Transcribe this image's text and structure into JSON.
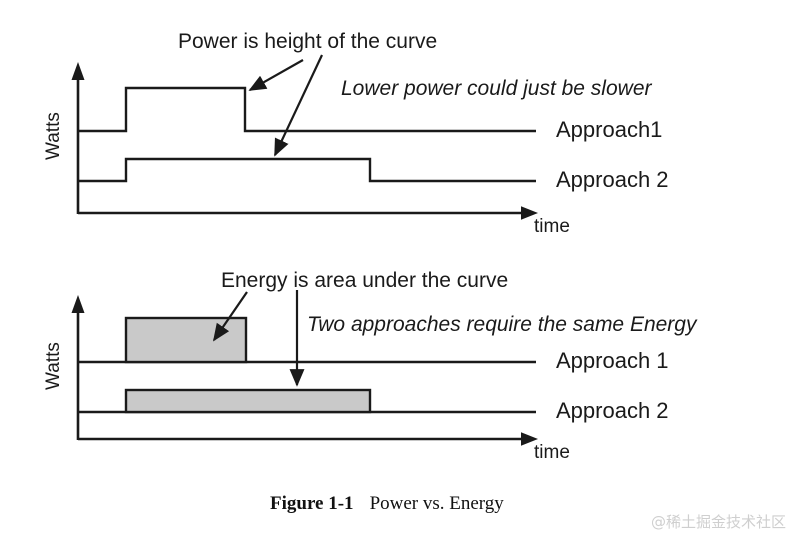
{
  "figure": {
    "caption_label": "Figure 1-1",
    "caption_title": "Power vs. Energy",
    "watermark": "@稀土掘金技术社区",
    "ink_color": "#1a1a1a",
    "bar_fill_color": "#c9c9c9",
    "background_color": "#ffffff"
  },
  "panels": [
    {
      "id": "power-panel",
      "annotation_title": "Power is height of the curve",
      "annotation_italic": "Lower power could just be slower",
      "y_axis_label": "Watts",
      "x_axis_label": "time",
      "series": [
        {
          "name": "approach-1",
          "legend": "Approach1"
        },
        {
          "name": "approach-2",
          "legend": "Approach 2"
        }
      ]
    },
    {
      "id": "energy-panel",
      "annotation_title": "Energy is area under the curve",
      "annotation_italic": "Two approaches require the same Energy",
      "y_axis_label": "Watts",
      "x_axis_label": "time",
      "series": [
        {
          "name": "approach-1",
          "legend": "Approach 1"
        },
        {
          "name": "approach-2",
          "legend": "Approach 2"
        }
      ]
    }
  ],
  "chart_data": [
    {
      "type": "line",
      "id": "power-step-chart",
      "title": "Power is height of the curve",
      "xlabel": "time",
      "ylabel": "Watts",
      "grid": false,
      "legend_position": "right",
      "annotations": [
        "Power is height of the curve",
        "Lower power could just be slower"
      ],
      "xlim": [
        0,
        10
      ],
      "ylim": [
        0,
        10
      ],
      "series": [
        {
          "name": "Approach1",
          "step": true,
          "x": [
            0,
            1.25,
            1.25,
            3.9,
            3.9,
            10
          ],
          "y": [
            5.2,
            5.2,
            8.6,
            8.6,
            5.2,
            5.2
          ],
          "baseline": 5.2,
          "peak": 8.6,
          "peak_start": 1.25,
          "peak_end": 3.9
        },
        {
          "name": "Approach 2",
          "step": true,
          "x": [
            0,
            1.25,
            1.25,
            6.5,
            6.5,
            10
          ],
          "y": [
            1.6,
            1.6,
            3.4,
            3.4,
            1.6,
            1.6
          ],
          "baseline": 1.6,
          "peak": 3.4,
          "peak_start": 1.25,
          "peak_end": 6.5
        }
      ]
    },
    {
      "type": "area",
      "id": "energy-area-chart",
      "title": "Energy is area under the curve",
      "xlabel": "time",
      "ylabel": "Watts",
      "grid": false,
      "legend_position": "right",
      "annotations": [
        "Energy is area under the curve",
        "Two approaches require the same Energy"
      ],
      "xlim": [
        0,
        10
      ],
      "ylim": [
        0,
        10
      ],
      "series": [
        {
          "name": "Approach 1",
          "baseline": 5.2,
          "peak": 8.6,
          "peak_start": 1.25,
          "peak_end": 3.9,
          "area": 8.84,
          "shaded": true
        },
        {
          "name": "Approach 2",
          "baseline": 1.6,
          "peak": 3.4,
          "peak_start": 1.25,
          "peak_end": 6.5,
          "area": 9.45,
          "shaded": true
        }
      ]
    }
  ]
}
